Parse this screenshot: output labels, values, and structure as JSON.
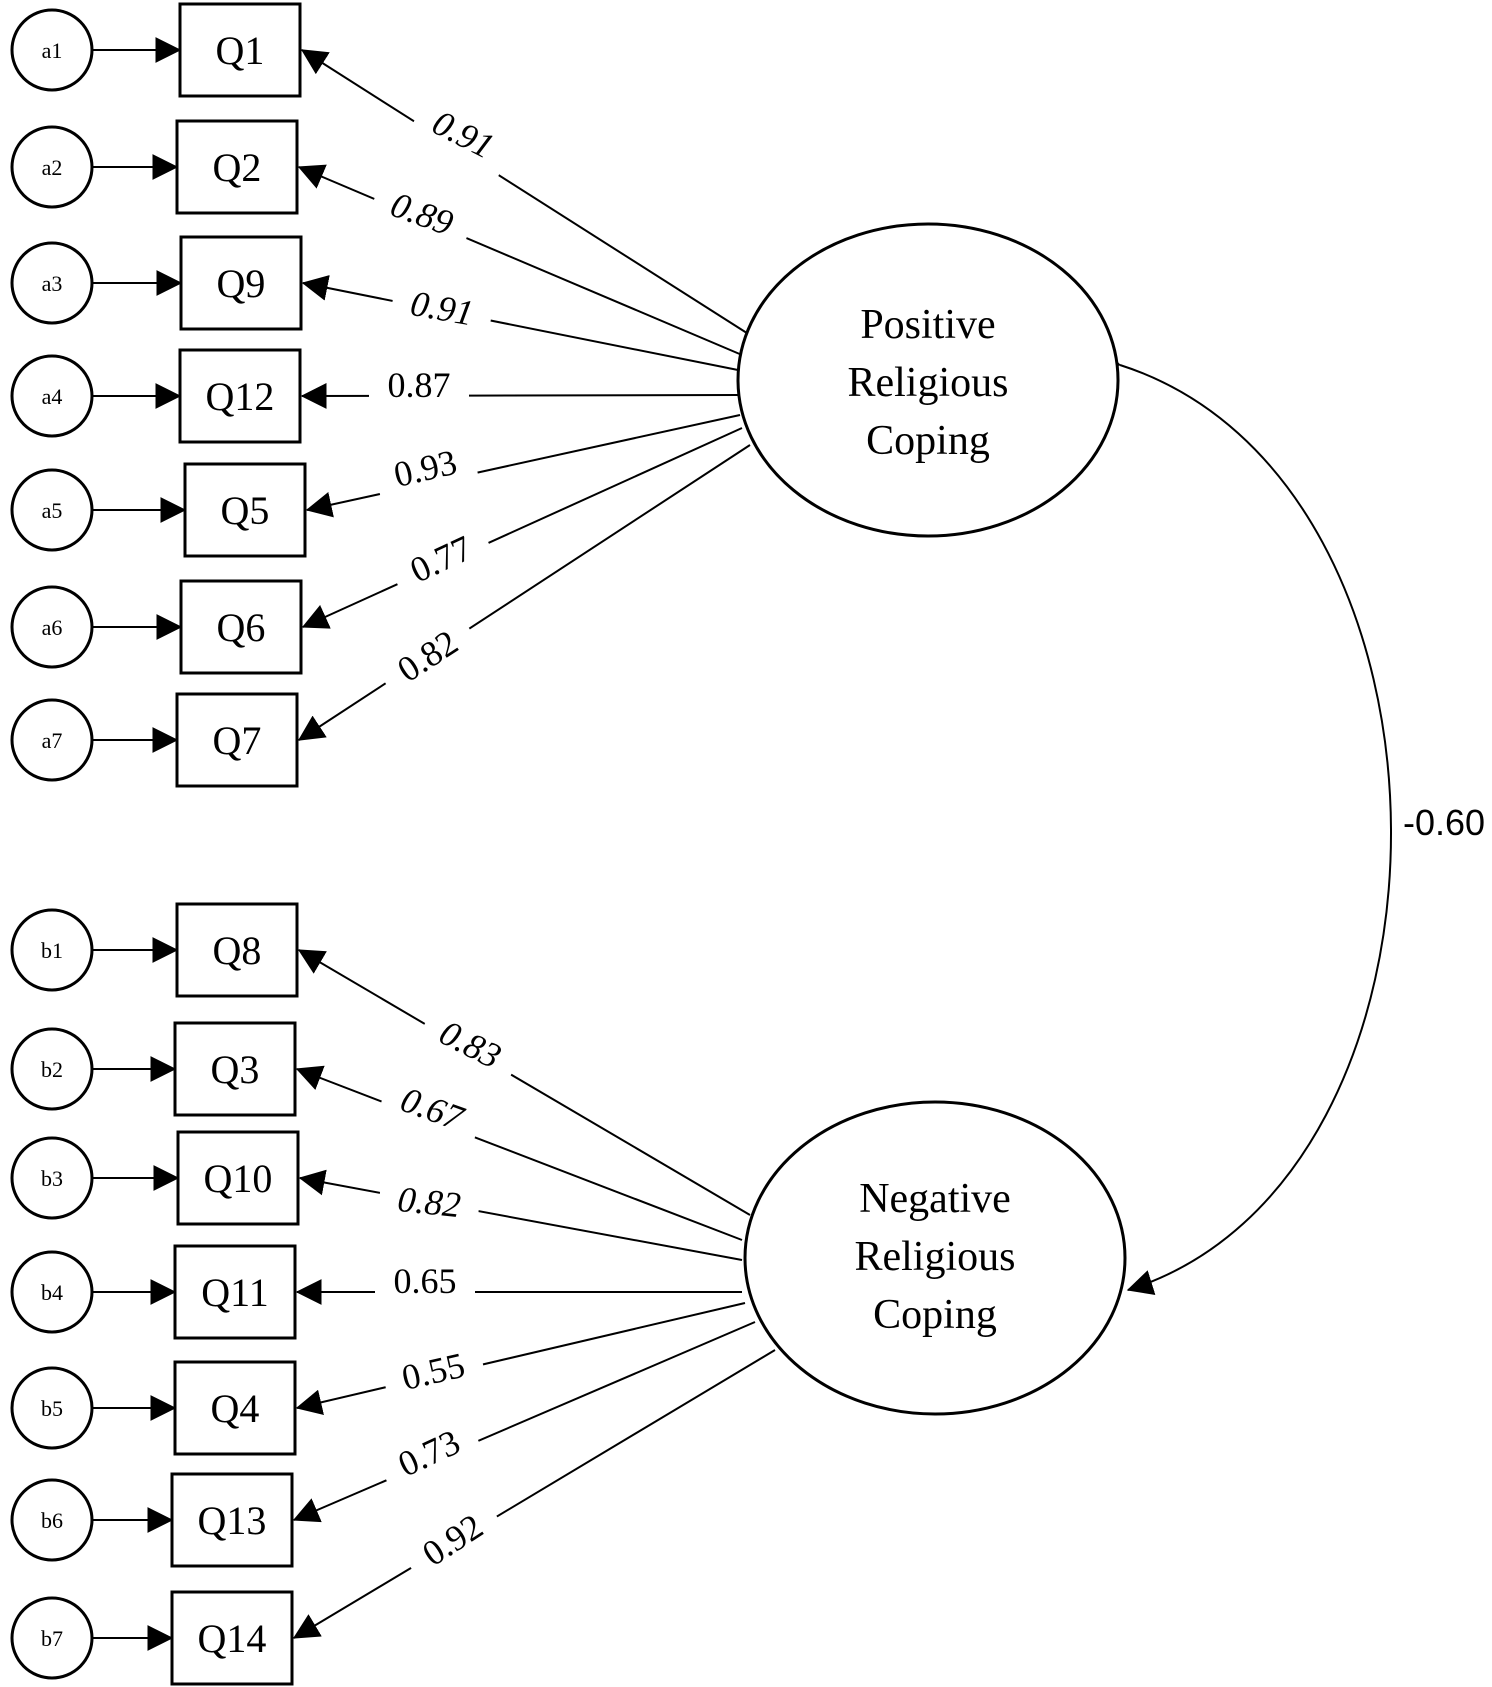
{
  "factors": [
    {
      "id": "positive",
      "lines": [
        "Positive",
        "Religious",
        "Coping"
      ],
      "items": [
        {
          "error": "a1",
          "item": "Q1",
          "loading": "0.91",
          "italic": true
        },
        {
          "error": "a2",
          "item": "Q2",
          "loading": "0.89",
          "italic": true
        },
        {
          "error": "a3",
          "item": "Q9",
          "loading": "0.91",
          "italic": true
        },
        {
          "error": "a4",
          "item": "Q12",
          "loading": "0.87",
          "italic": false
        },
        {
          "error": "a5",
          "item": "Q5",
          "loading": "0.93",
          "italic": false
        },
        {
          "error": "a6",
          "item": "Q6",
          "loading": "0.77",
          "italic": false
        },
        {
          "error": "a7",
          "item": "Q7",
          "loading": "0.82",
          "italic": false
        }
      ]
    },
    {
      "id": "negative",
      "lines": [
        "Negative",
        "Religious",
        "Coping"
      ],
      "items": [
        {
          "error": "b1",
          "item": "Q8",
          "loading": "0.83",
          "italic": true
        },
        {
          "error": "b2",
          "item": "Q3",
          "loading": "0.67",
          "italic": true
        },
        {
          "error": "b3",
          "item": "Q10",
          "loading": "0.82",
          "italic": true
        },
        {
          "error": "b4",
          "item": "Q11",
          "loading": "0.65",
          "italic": false
        },
        {
          "error": "b5",
          "item": "Q4",
          "loading": "0.55",
          "italic": false
        },
        {
          "error": "b6",
          "item": "Q13",
          "loading": "0.73",
          "italic": false
        },
        {
          "error": "b7",
          "item": "Q14",
          "loading": "0.92",
          "italic": false
        }
      ]
    }
  ],
  "correlation": "-0.60"
}
